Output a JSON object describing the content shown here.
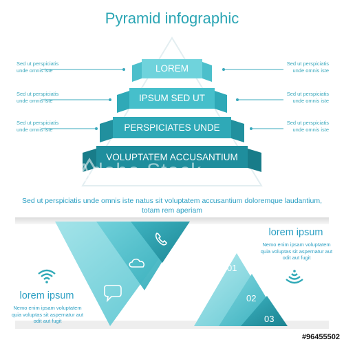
{
  "title": "Pyramid infographic",
  "side_notes": {
    "left": [
      "Sed ut perspiciatis unde omnis iste",
      "Sed ut perspiciatis unde omnis iste",
      "Sed ut perspiciatis unde omnis iste"
    ],
    "right": [
      "Sed ut perspiciatis unde omnis iste",
      "Sed ut perspiciatis unde omnis iste",
      "Sed ut perspiciatis unde omnis iste"
    ]
  },
  "pyramid_levels": [
    "LOREM",
    "IPSUM SED UT",
    "PERSPICIATES UNDE",
    "VOLUPTATEM ACCUSANTIUM"
  ],
  "description": "Sed ut perspiciatis unde omnis iste natus sit voluptatem accusantium doloremque laudantium, totam rem aperiam",
  "block_left": {
    "heading": "lorem ipsum",
    "body": "Nemo enim ipsam voluptatem quia voluptas sit aspernatur aut odit aut fugit"
  },
  "block_right": {
    "heading": "lorem ipsum",
    "body": "Nemo enim ipsam voluptatem quia voluptas sit aspernatur aut odit aut fugit"
  },
  "numbers": [
    "01",
    "02",
    "03"
  ],
  "icons": [
    "phone-icon",
    "cloud-icon",
    "speech-bubble-icon",
    "wifi-icon",
    "wifi-icon"
  ],
  "watermark": "Adobe Stock",
  "stock_id": "#96455502",
  "colors": {
    "title": "#2aa5b4",
    "text": "#2b9fc3",
    "ribbon_1": "#6fd3dc",
    "ribbon_2": "#46bfcb",
    "ribbon_3": "#2fa9b7",
    "ribbon_4": "#1f8e9d"
  }
}
